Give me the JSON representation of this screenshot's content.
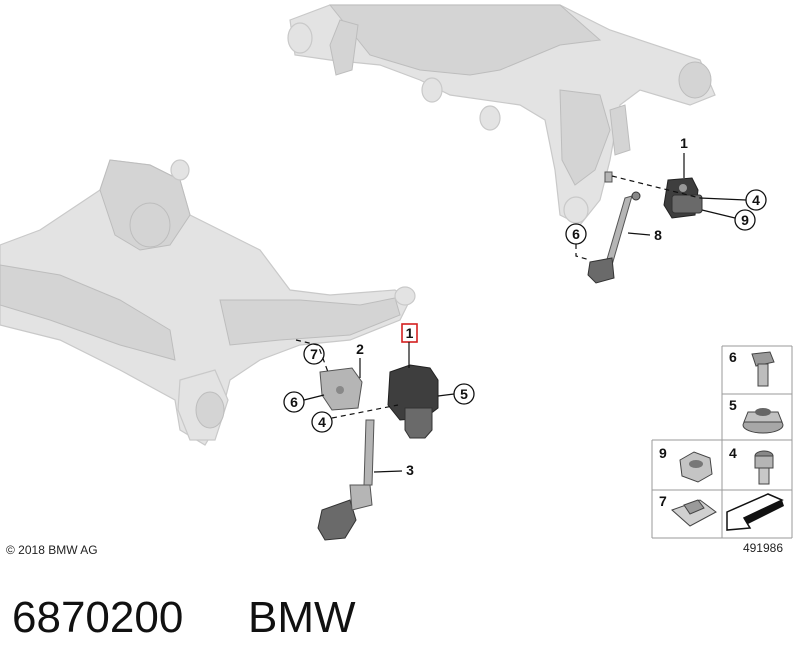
{
  "callouts": {
    "c1_top": "1",
    "c1_highlight": "1",
    "c2": "2",
    "c3": "3",
    "c4_top": "4",
    "c4_bottom": "4",
    "c5": "5",
    "c6_top": "6",
    "c6_bottom": "6",
    "c7": "7",
    "c8": "8",
    "c9": "9"
  },
  "legend": {
    "cell_6": "6",
    "cell_5": "5",
    "cell_9": "9",
    "cell_4": "4",
    "cell_7": "7"
  },
  "copyright": "© 2018 BMW AG",
  "diagram_number": "491986",
  "part_number": "6870200",
  "brand": "BMW",
  "colors": {
    "highlight": "#d32020",
    "frame": "#e3e3e3"
  }
}
